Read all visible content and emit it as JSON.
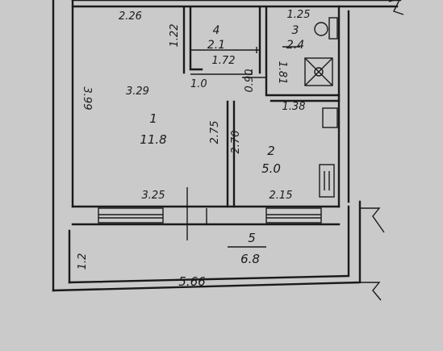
{
  "plan": {
    "rooms": [
      {
        "number": "1",
        "area": "11.8"
      },
      {
        "number": "2",
        "area": "5.0"
      },
      {
        "number": "3",
        "area": "2.4"
      },
      {
        "number": "4",
        "area": "2.1"
      },
      {
        "number": "5",
        "area": "6.8"
      }
    ],
    "dimensions": {
      "top_left_width": "2.26",
      "left_height": "3.99",
      "room1_top": "3.29",
      "room1_bottom": "3.25",
      "room4_height": "1.22",
      "room4_width": "1.72",
      "door_small": "1.0",
      "room3_width": "1.25",
      "room3_height": "1.81",
      "room3_bottom": "1.38",
      "partition_height": "2.75",
      "room2_height": "2.70",
      "opening": "0.90",
      "room2_bottom": "2.15",
      "balcony_depth": "1.2",
      "balcony_length": "5.66"
    }
  }
}
